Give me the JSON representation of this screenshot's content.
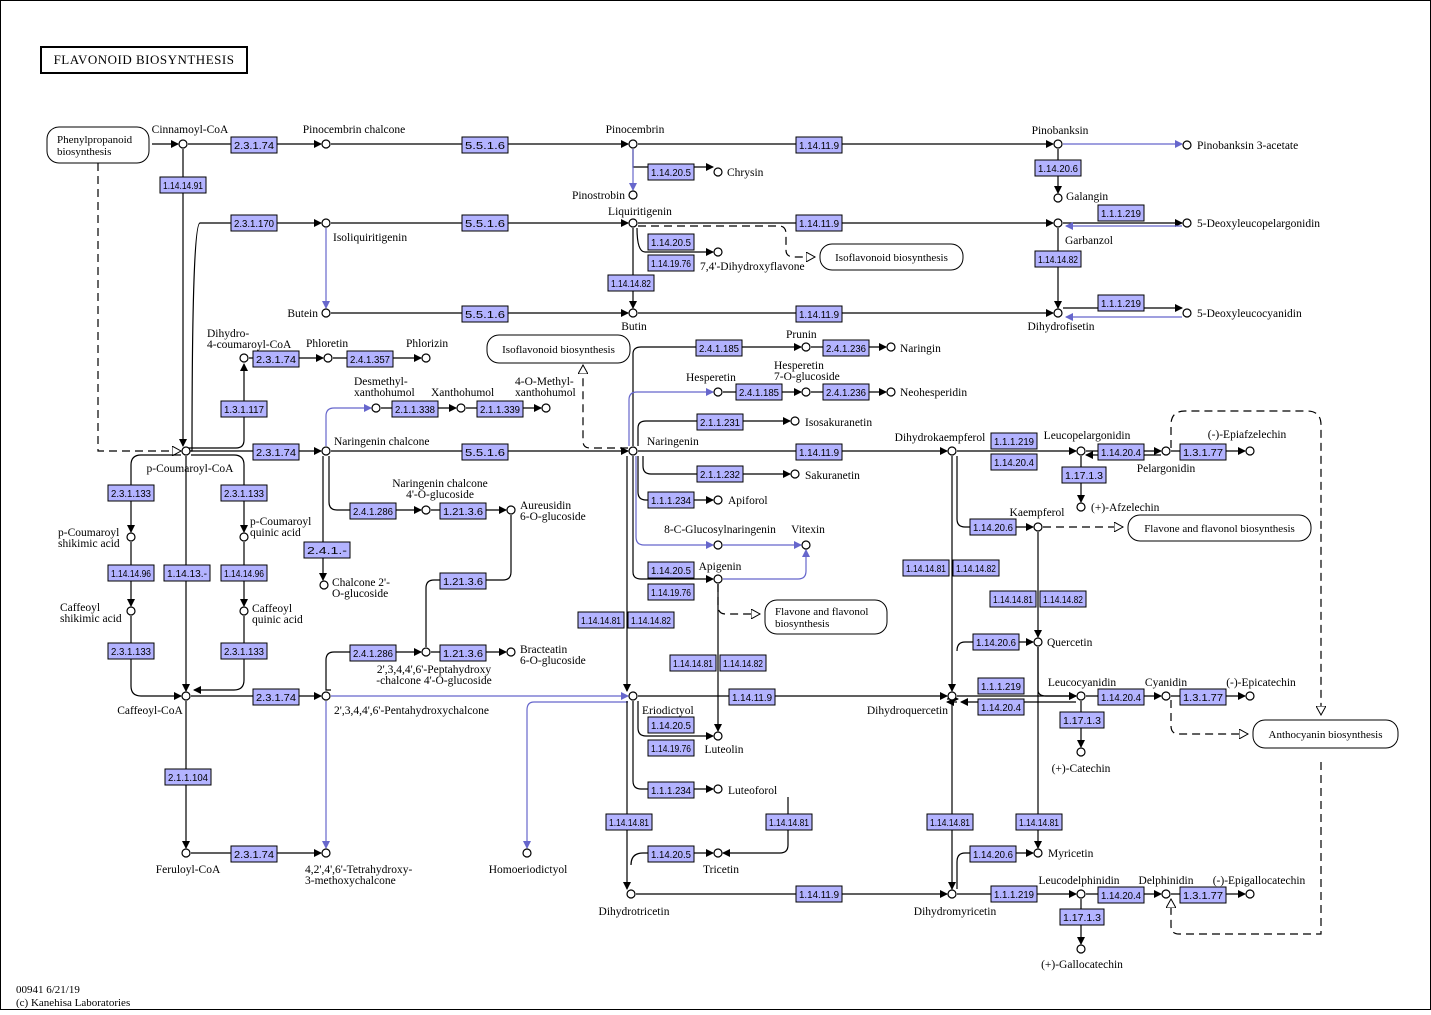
{
  "title": "FLAVONOID  BIOSYNTHESIS",
  "footer": {
    "line1": "00941 6/21/19",
    "line2": "(c) Kanehisa Laboratories"
  },
  "colors": {
    "enzyme_fill": "#b3b3ff",
    "highlight_arrow": "#6666cc",
    "line": "#000000"
  },
  "compounds": [
    {
      "id": "cinnamoyl_coa",
      "label": [
        "Cinnamoyl-CoA"
      ]
    },
    {
      "id": "pinocembrin_chalcone",
      "label": [
        "Pinocembrin chalcone"
      ]
    },
    {
      "id": "pinocembrin",
      "label": [
        "Pinocembrin"
      ]
    },
    {
      "id": "pinobanksin",
      "label": [
        "Pinobanksin"
      ]
    },
    {
      "id": "pinobanksin_3_acetate",
      "label": [
        "Pinobanksin 3-acetate"
      ]
    },
    {
      "id": "chrysin",
      "label": [
        "Chrysin"
      ]
    },
    {
      "id": "pinostrobin",
      "label": [
        "Pinostrobin"
      ]
    },
    {
      "id": "galangin",
      "label": [
        "Galangin"
      ]
    },
    {
      "id": "liquiritigenin",
      "label": [
        "Liquiritigenin"
      ]
    },
    {
      "id": "isoliquiritigenin",
      "label": [
        "Isoliquiritigenin"
      ]
    },
    {
      "id": "garbanzol",
      "label": [
        "Garbanzol"
      ]
    },
    {
      "id": "deoxyleucopelargonidin",
      "label": [
        "5-Deoxyleucopelargonidin"
      ]
    },
    {
      "id": "dihydroxyflavone",
      "label": [
        "7,4'-Dihydroxyflavone"
      ]
    },
    {
      "id": "butein",
      "label": [
        "Butein"
      ]
    },
    {
      "id": "butin",
      "label": [
        "Butin"
      ]
    },
    {
      "id": "dihydrofisetin",
      "label": [
        "Dihydrofisetin"
      ]
    },
    {
      "id": "deoxyleucocyanidin",
      "label": [
        "5-Deoxyleucocyanidin"
      ]
    },
    {
      "id": "dihydro_coumaroyl",
      "label": [
        "Dihydro-",
        "4-coumaroyl-CoA"
      ]
    },
    {
      "id": "phloretin",
      "label": [
        "Phloretin"
      ]
    },
    {
      "id": "phlorizin",
      "label": [
        "Phlorizin"
      ]
    },
    {
      "id": "prunin",
      "label": [
        "Prunin"
      ]
    },
    {
      "id": "naringin",
      "label": [
        "Naringin"
      ]
    },
    {
      "id": "desmethyl",
      "label": [
        "Desmethyl-",
        "xanthohumol"
      ]
    },
    {
      "id": "xanthohumol",
      "label": [
        "Xanthohumol"
      ]
    },
    {
      "id": "methylxanthohumol",
      "label": [
        "4-O-Methyl-",
        "xanthohumol"
      ]
    },
    {
      "id": "hesperetin",
      "label": [
        "Hesperetin"
      ]
    },
    {
      "id": "hesperetin_glucoside",
      "label": [
        "Hesperetin",
        "7-O-glucoside"
      ]
    },
    {
      "id": "neohesperidin",
      "label": [
        "Neohesperidin"
      ]
    },
    {
      "id": "isosakuranetin",
      "label": [
        "Isosakuranetin"
      ]
    },
    {
      "id": "p_coumaroyl_coa",
      "label": [
        "p-Coumaroyl-CoA"
      ]
    },
    {
      "id": "naringenin_chalcone",
      "label": [
        "Naringenin chalcone"
      ]
    },
    {
      "id": "naringenin",
      "label": [
        "Naringenin"
      ]
    },
    {
      "id": "dihydrokaempferol",
      "label": [
        "Dihydrokaempferol"
      ]
    },
    {
      "id": "leucopelargonidin",
      "label": [
        "Leucopelargonidin"
      ]
    },
    {
      "id": "pelargonidin",
      "label": [
        "Pelargonidin"
      ]
    },
    {
      "id": "epiafzelechin",
      "label": [
        "(-)-Epiafzelechin"
      ]
    },
    {
      "id": "sakuranetin",
      "label": [
        "Sakuranetin"
      ]
    },
    {
      "id": "afzelechin",
      "label": [
        "(+)-Afzelechin"
      ]
    },
    {
      "id": "naringenin_chalcone_glucoside",
      "label": [
        "Naringenin chalcone",
        "4'-O-glucoside"
      ]
    },
    {
      "id": "aureusidin",
      "label": [
        "Aureusidin",
        "6-O-glucoside"
      ]
    },
    {
      "id": "apiforol",
      "label": [
        "Apiforol"
      ]
    },
    {
      "id": "kaempferol",
      "label": [
        "Kaempferol"
      ]
    },
    {
      "id": "p_coumaroyl_shikimic",
      "label": [
        "p-Coumaroyl",
        "shikimic acid"
      ]
    },
    {
      "id": "p_coumaroyl_quinic",
      "label": [
        "p-Coumaroyl",
        "quinic acid"
      ]
    },
    {
      "id": "glucosylnaringenin",
      "label": [
        "8-C-Glucosylnaringenin"
      ]
    },
    {
      "id": "vitexin",
      "label": [
        "Vitexin"
      ]
    },
    {
      "id": "apigenin",
      "label": [
        "Apigenin"
      ]
    },
    {
      "id": "chalcone_glucoside",
      "label": [
        "Chalcone 2'-",
        "O-glucoside"
      ]
    },
    {
      "id": "caffeoyl_shikimic",
      "label": [
        "Caffeoyl",
        "shikimic acid"
      ]
    },
    {
      "id": "caffeoyl_quinic",
      "label": [
        "Caffeoyl",
        "quinic acid"
      ]
    },
    {
      "id": "quercetin",
      "label": [
        "Quercetin"
      ]
    },
    {
      "id": "bracteatin",
      "label": [
        "Bracteatin",
        "6-O-glucoside"
      ]
    },
    {
      "id": "peptahydroxy",
      "label": [
        "2',3,4,4',6'-Peptahydroxy",
        "-chalcone 4'-O-glucoside"
      ]
    },
    {
      "id": "caffeoyl_coa",
      "label": [
        "Caffeoyl-CoA"
      ]
    },
    {
      "id": "pentahydroxychalcone",
      "label": [
        "2',3,4,4',6'-Pentahydroxychalcone"
      ]
    },
    {
      "id": "eriodictyol",
      "label": [
        "Eriodictyol"
      ]
    },
    {
      "id": "dihydroquercetin",
      "label": [
        "Dihydroquercetin"
      ]
    },
    {
      "id": "leucocyanidin",
      "label": [
        "Leucocyanidin"
      ]
    },
    {
      "id": "cyanidin",
      "label": [
        "Cyanidin"
      ]
    },
    {
      "id": "epicatechin",
      "label": [
        "(-)-Epicatechin"
      ]
    },
    {
      "id": "luteolin",
      "label": [
        "Luteolin"
      ]
    },
    {
      "id": "catechin",
      "label": [
        "(+)-Catechin"
      ]
    },
    {
      "id": "luteoforol",
      "label": [
        "Luteoforol"
      ]
    },
    {
      "id": "myricetin",
      "label": [
        "Myricetin"
      ]
    },
    {
      "id": "feruloyl_coa",
      "label": [
        "Feruloyl-CoA"
      ]
    },
    {
      "id": "tetrahydroxy",
      "label": [
        "4,2',4',6'-Tetrahydroxy-",
        "3-methoxychalcone"
      ]
    },
    {
      "id": "homoeriodictyol",
      "label": [
        "Homoeriodictyol"
      ]
    },
    {
      "id": "tricetin",
      "label": [
        "Tricetin"
      ]
    },
    {
      "id": "leucodelphinidin",
      "label": [
        "Leucodelphinidin"
      ]
    },
    {
      "id": "delphinidin",
      "label": [
        "Delphinidin"
      ]
    },
    {
      "id": "epigallocatechin",
      "label": [
        "(-)-Epigallocatechin"
      ]
    },
    {
      "id": "dihydrotricetin",
      "label": [
        "Dihydrotricetin"
      ]
    },
    {
      "id": "dihydromyricetin",
      "label": [
        "Dihydromyricetin"
      ]
    },
    {
      "id": "gallocatechin",
      "label": [
        "(+)-Gallocatechin"
      ]
    }
  ],
  "maps": [
    {
      "id": "phenylpropanoid",
      "label": [
        "Phenylpropanoid",
        "biosynthesis"
      ]
    },
    {
      "id": "isoflavonoid1",
      "label": [
        "Isoflavonoid biosynthesis"
      ]
    },
    {
      "id": "isoflavonoid2",
      "label": [
        "Isoflavonoid biosynthesis"
      ]
    },
    {
      "id": "flavone1",
      "label": [
        "Flavone and flavonol biosynthesis"
      ]
    },
    {
      "id": "flavone2",
      "label": [
        "Flavone and flavonol",
        "biosynthesis"
      ]
    },
    {
      "id": "anthocyanin",
      "label": [
        "Anthocyanin biosynthesis"
      ]
    }
  ],
  "enzymes": [
    "2.3.1.74",
    "5.5.1.6",
    "1.14.11.9",
    "1.14.20.6",
    "1.14.14.91",
    "1.14.20.5",
    "2.3.1.170",
    "5.5.1.6",
    "1.14.11.9",
    "1.1.1.219",
    "1.14.20.5",
    "1.14.19.76",
    "1.14.14.82",
    "1.14.14.82",
    "5.5.1.6",
    "1.14.11.9",
    "1.1.1.219",
    "2.3.1.74",
    "2.4.1.357",
    "2.4.1.185",
    "2.4.1.236",
    "2.1.1.338",
    "2.1.1.339",
    "2.4.1.185",
    "2.4.1.236",
    "1.3.1.117",
    "2.1.1.231",
    "2.3.1.74",
    "5.5.1.6",
    "1.14.11.9",
    "1.1.1.219",
    "1.14.20.4",
    "1.14.20.4",
    "1.3.1.77",
    "1.17.1.3",
    "2.1.1.232",
    "2.3.1.133",
    "2.3.1.133",
    "2.4.1.286",
    "1.21.3.6",
    "1.1.1.234",
    "1.14.20.6",
    "2.4.1.-",
    "1.14.14.96",
    "1.14.13.-",
    "1.14.14.96",
    "1.14.20.5",
    "1.14.19.76",
    "1.14.14.81",
    "1.14.14.82",
    "1.14.14.81",
    "1.14.14.82",
    "1.21.3.6",
    "1.14.14.81",
    "1.14.14.82",
    "2.3.1.133",
    "2.3.1.133",
    "2.4.1.286",
    "1.21.3.6",
    "1.14.20.6",
    "1.14.14.81",
    "1.14.14.82",
    "2.3.1.74",
    "1.14.11.9",
    "1.1.1.219",
    "1.14.20.4",
    "1.14.20.4",
    "1.3.1.77",
    "1.14.20.5",
    "1.17.1.3",
    "1.14.19.76",
    "2.1.1.104",
    "1.1.1.234",
    "1.14.14.81",
    "1.14.14.81",
    "1.14.14.81",
    "1.14.14.81",
    "2.3.1.74",
    "1.14.20.5",
    "1.14.20.6",
    "1.14.11.9",
    "1.1.1.219",
    "1.14.20.4",
    "1.3.1.77",
    "1.17.1.3"
  ]
}
